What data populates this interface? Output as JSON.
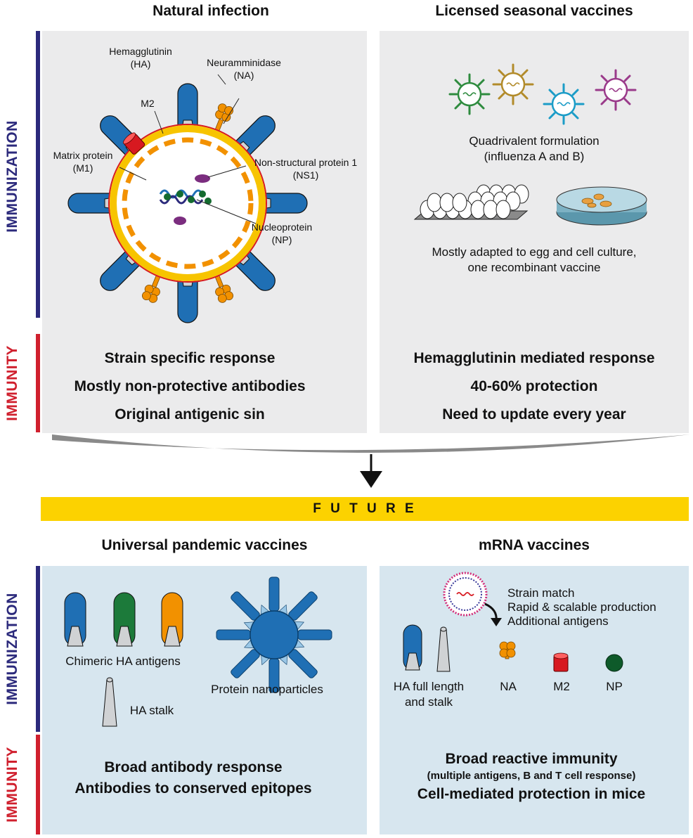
{
  "top_left": {
    "title": "Natural infection",
    "labels": {
      "ha": "Hemagglutinin\n(HA)",
      "na": "Neuramminidase\n(NA)",
      "m2": "M2",
      "m1": "Matrix protein\n(M1)",
      "ns1": "Non-structural protein 1\n(NS1)",
      "np": "Nucleoprotein\n(NP)"
    },
    "immunity": [
      "Strain specific response",
      "Mostly non-protective antibodies",
      "Original antigenic sin"
    ]
  },
  "top_right": {
    "title": "Licensed seasonal vaccines",
    "formulation": "Quadrivalent formulation\n(influenza A and B)",
    "culture": "Mostly adapted to egg and cell culture,\none recombinant vaccine",
    "immunity": [
      "Hemagglutinin mediated response",
      "40-60% protection",
      "Need to update every year"
    ]
  },
  "side_labels": {
    "immunization": "IMMUNIZATION",
    "immunity": "IMMUNITY"
  },
  "future_banner": "F U T U R E",
  "bottom_left": {
    "title": "Universal pandemic vaccines",
    "chimeric": "Chimeric HA antigens",
    "stalk": "HA stalk",
    "nanoparticles": "Protein nanoparticles",
    "immunity": [
      "Broad antibody response",
      "Antibodies to conserved epitopes"
    ]
  },
  "bottom_right": {
    "title": "mRNA vaccines",
    "features": [
      "Strain match",
      "Rapid & scalable production",
      "Additional antigens"
    ],
    "ha_label": "HA full length\nand stalk",
    "na_label": "NA",
    "m2_label": "M2",
    "np_label": "NP",
    "immunity_main": "Broad reactive immunity",
    "immunity_sub": "(multiple antigens, B and T cell response)",
    "immunity_last": "Cell-mediated protection in mice"
  },
  "colors": {
    "immunization_bar": "#2c2a7c",
    "immunity_bar": "#d0202e",
    "banner": "#fcd200",
    "ha_blue": "#1f6fb4",
    "green": "#1c7a3a",
    "orange": "#f29100",
    "red": "#d71920",
    "purple": "#7b2d7f",
    "panel_grey": "#ebebec",
    "panel_blue": "#d7e6ef"
  }
}
